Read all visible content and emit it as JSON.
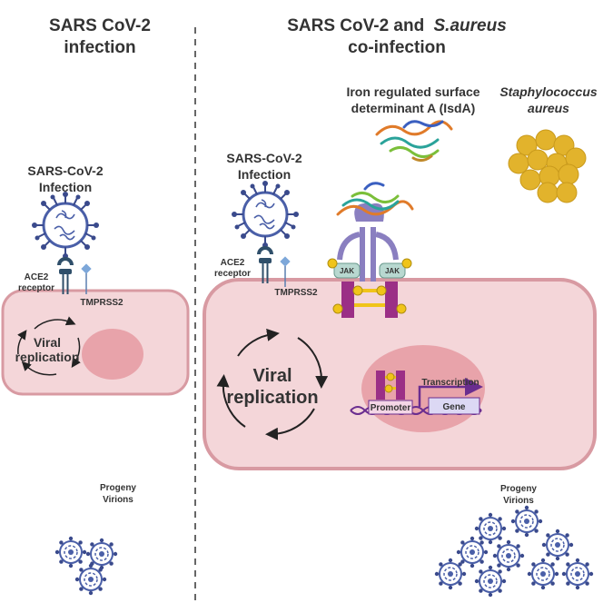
{
  "left": {
    "title_line1": "SARS CoV-2",
    "title_line2": "infection",
    "infection_line1": "SARS-CoV-2",
    "infection_line2": "Infection",
    "ace2_line1": "ACE2",
    "ace2_line2": "receptor",
    "tmprss2": "TMPRSS2",
    "viral_line1": "Viral",
    "viral_line2": "replication",
    "progeny_line1": "Progeny",
    "progeny_line2": "Virions"
  },
  "right": {
    "title_line1": "SARS CoV-2 and",
    "title_italic": "S.aureus",
    "title_line2": "co-infection",
    "isda_line1": "Iron regulated surface",
    "isda_line2": "determinant A (IsdA)",
    "staph_line1": "Staphylococcus",
    "staph_line2": "aureus",
    "infection_line1": "SARS-CoV-2",
    "infection_line2": "Infection",
    "ace2_line1": "ACE2",
    "ace2_line2": "receptor",
    "tmprss2": "TMPRSS2",
    "jak_left": "JAK",
    "jak_right": "JAK",
    "viral_line1": "Viral",
    "viral_line2": "replication",
    "transcription": "Transcription",
    "promoter": "Promoter",
    "gene": "Gene",
    "progeny_line1": "Progeny",
    "progeny_line2": "Virions"
  },
  "colors": {
    "cell_fill": "#f4d6d9",
    "cell_stroke": "#d89aa2",
    "nucleus": "#e8a3aa",
    "virus_blue": "#4a5fa8",
    "virus_spike": "#3a4a8c",
    "stat_purple": "#9b2f86",
    "stat_yellow": "#f0c419",
    "receptor": "#8a7fc0",
    "staph": "#e2b32c"
  }
}
